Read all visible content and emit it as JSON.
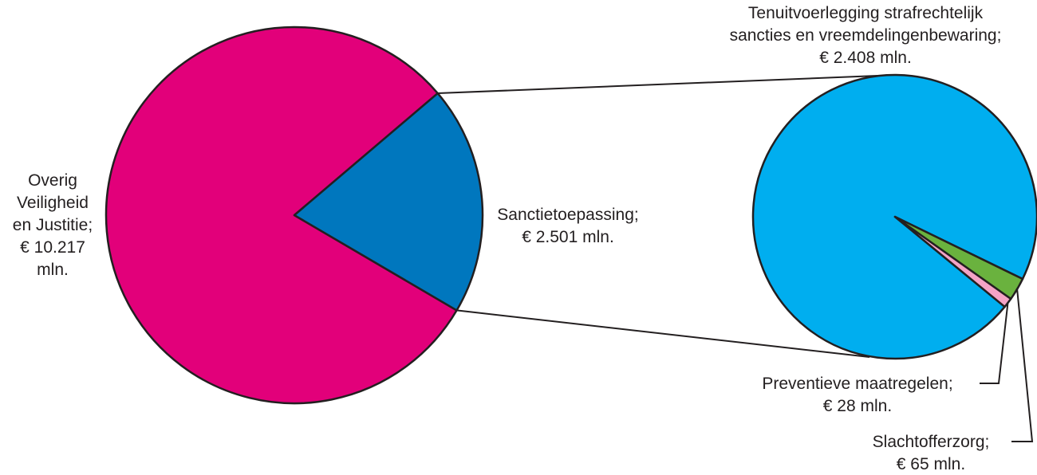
{
  "chart_data": {
    "type": "pie",
    "main_pie": {
      "slices": [
        {
          "label": "Overig Veiligheid en Justitie",
          "value": 10217,
          "value_label": "€ 10.217 mln.",
          "color": "#e2007a",
          "label_lines": [
            "Overig",
            "Veiligheid",
            "en Justitie;",
            "€ 10.217",
            "mln."
          ]
        },
        {
          "label": "Sanctietoepassing",
          "value": 2501,
          "value_label": "€ 2.501 mln.",
          "color": "#0077be",
          "label_lines": [
            "Sanctietoepassing;",
            "€ 2.501 mln."
          ]
        }
      ]
    },
    "detail_pie": {
      "slices": [
        {
          "label": "Tenuitvoerlegging strafrechtelijk sancties en vreemdelingenbewaring",
          "value": 2408,
          "color": "#00aeef",
          "label_lines": [
            "Tenuitvoerlegging strafrechtelijk",
            "sancties en vreemdelingenbewaring;",
            "€ 2.408 mln."
          ]
        },
        {
          "label": "Slachtofferzorg",
          "value": 65,
          "color": "#6ab23e",
          "label_lines": [
            "Slachtofferzorg;",
            "€ 65 mln."
          ]
        },
        {
          "label": "Preventieve maatregelen",
          "value": 28,
          "color": "#f4a3c6",
          "label_lines": [
            "Preventieve maatregelen;",
            "€ 28 mln."
          ]
        }
      ]
    }
  }
}
